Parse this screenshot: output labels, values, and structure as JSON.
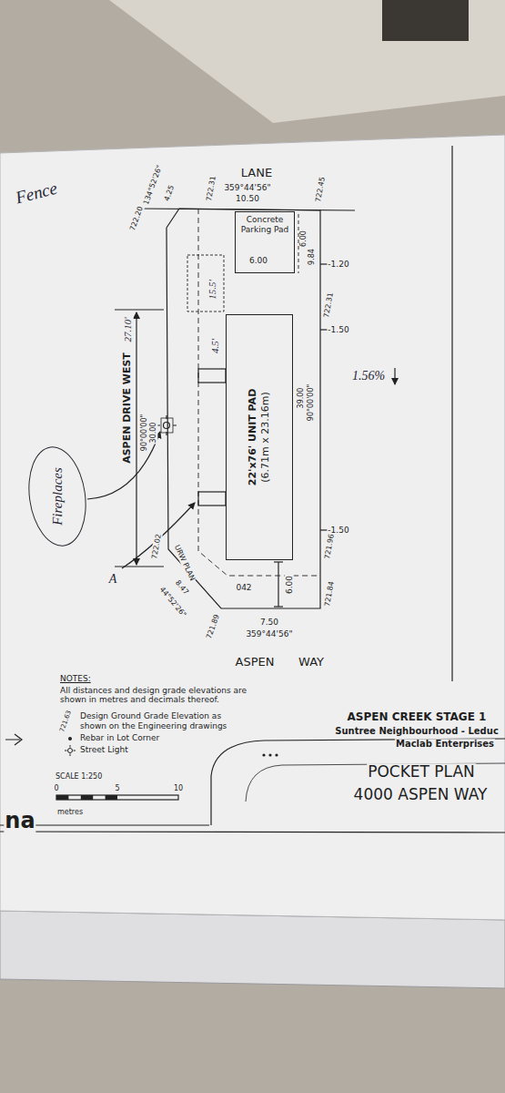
{
  "diagram": {
    "nodes": [
      {
        "text": [
          "Concrete Parking Pad"
        ]
      },
      {
        "text": [
          "22'x76' UNIT PAD",
          "(6.71m x 23.16m)"
        ]
      },
      {
        "text": [
          "Fireplaces"
        ]
      }
    ],
    "labels": [
      "Fence",
      "LANE",
      "359°44'56\"",
      "10.50",
      "722.45",
      "722.31",
      "134°52'26\"",
      "4.25",
      "722.20",
      "6.00",
      "6.00",
      "9.84",
      "-1.20",
      "722.31",
      "-1.50",
      "1.56%",
      "39.00",
      "90°00'00\"",
      "-1.50",
      "721.96",
      "721.84",
      "6.00",
      "042",
      "7.50",
      "359°44'56\"",
      "ASPEN",
      "WAY",
      "URW PLAN",
      "722.02",
      "8.47",
      "44°52'26\"",
      "721.89",
      "ASPEN DRIVE WEST",
      "27.10'",
      "90°00'00\"",
      "30.00",
      "15.5'",
      "4.5'",
      "A",
      "NOTES:",
      "All distances and design grade elevations are shown in metres and decimals thereof.",
      "721.63",
      "SCALE 1:250",
      "0",
      "5",
      "10",
      "metres",
      "ASPEN CREEK STAGE 1",
      "Suntree Neighbourhood - Leduc",
      "Maclab Enterprises",
      "POCKET PLAN",
      "4000 ASPEN WAY",
      "na"
    ],
    "legend": [
      {
        "text": "Design Ground Grade Elevation as shown on the Engineering drawings"
      },
      {
        "text": "Rebar in Lot Corner"
      },
      {
        "text": "Street Light"
      }
    ]
  }
}
